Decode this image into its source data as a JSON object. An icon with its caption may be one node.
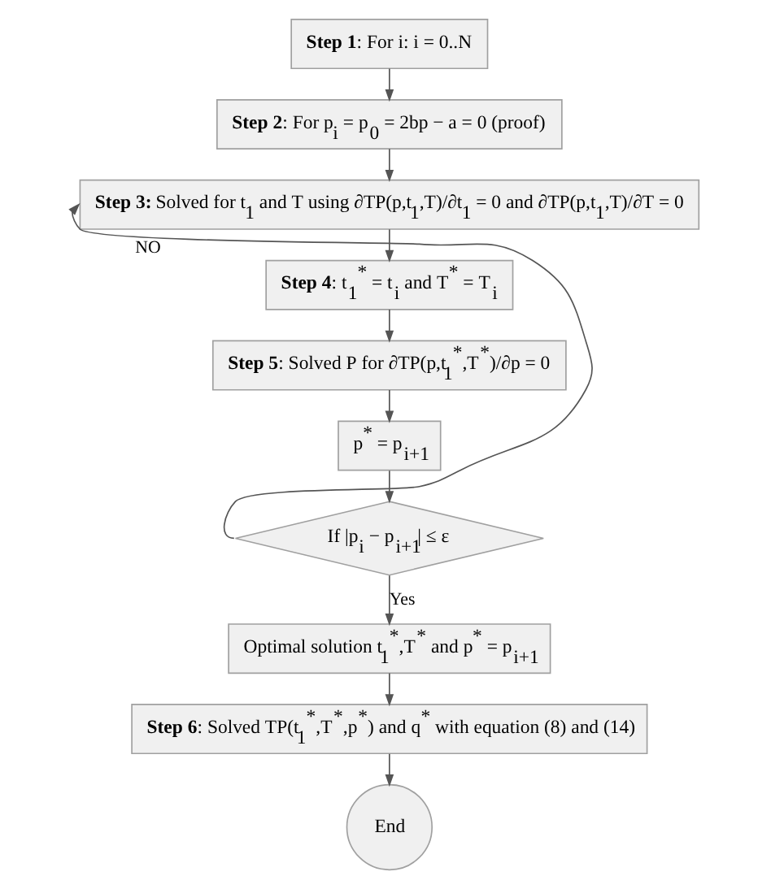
{
  "diagram": {
    "nodes": [
      {
        "text": [
          "**Step 1**: For i: i = 0..N"
        ]
      },
      {
        "text": [
          "**Step 2**: For p$_{i}$ = p$_{0}$ = 2bp − a = 0 (proof)"
        ]
      },
      {
        "text": [
          "**Step 3:** Solved for t$_{1}$ and T using ∂TP(p,t$_{1}$,T)/∂t$_{1}$ = 0 and ∂TP(p,t$_{1}$,T)/∂T = 0"
        ]
      },
      {
        "text": [
          "**Step 4**: t$_{1}$$^{*}$ = t$_{i}$ and T$^{*}$ = T$_{i}$"
        ]
      },
      {
        "text": [
          "**Step 5**: Solved P for ∂TP(p,t$_{1}$$^{*}$,T$^{*}$)/∂p = 0"
        ]
      },
      {
        "text": [
          "p$^{*}$ = p$_{i+1}$"
        ]
      },
      {
        "text": [
          "If |p$_{i}$ − p$_{i+1}$| ≤ ε"
        ]
      },
      {
        "text": [
          "Optimal solution t$_{1}$$^{*}$,T$^{*}$ and p$^{*}$ = p$_{i+1}$"
        ]
      },
      {
        "text": [
          "**Step 6**: Solved TP(t$_{1}$$^{*}$,T$^{*}$,p$^{*}$) and q$^{*}$ with equation (8) and (14)"
        ]
      },
      {
        "text": [
          "End"
        ]
      }
    ],
    "edges": [
      {
        "from": 0,
        "to": 1,
        "arrow": "to"
      },
      {
        "from": 1,
        "to": 2,
        "arrow": "to"
      },
      {
        "from": 2,
        "to": 3,
        "arrow": "to"
      },
      {
        "from": 3,
        "to": 4,
        "arrow": "to"
      },
      {
        "from": 4,
        "to": 5,
        "arrow": "to"
      },
      {
        "from": 5,
        "to": 6,
        "arrow": "to"
      },
      {
        "from": 6,
        "to": 2,
        "arrow": "to",
        "label": "NO"
      },
      {
        "from": 6,
        "to": 7,
        "arrow": "to",
        "label": "Yes"
      },
      {
        "from": 7,
        "to": 8,
        "arrow": "to"
      },
      {
        "from": 8,
        "to": 9,
        "arrow": "to"
      }
    ]
  }
}
